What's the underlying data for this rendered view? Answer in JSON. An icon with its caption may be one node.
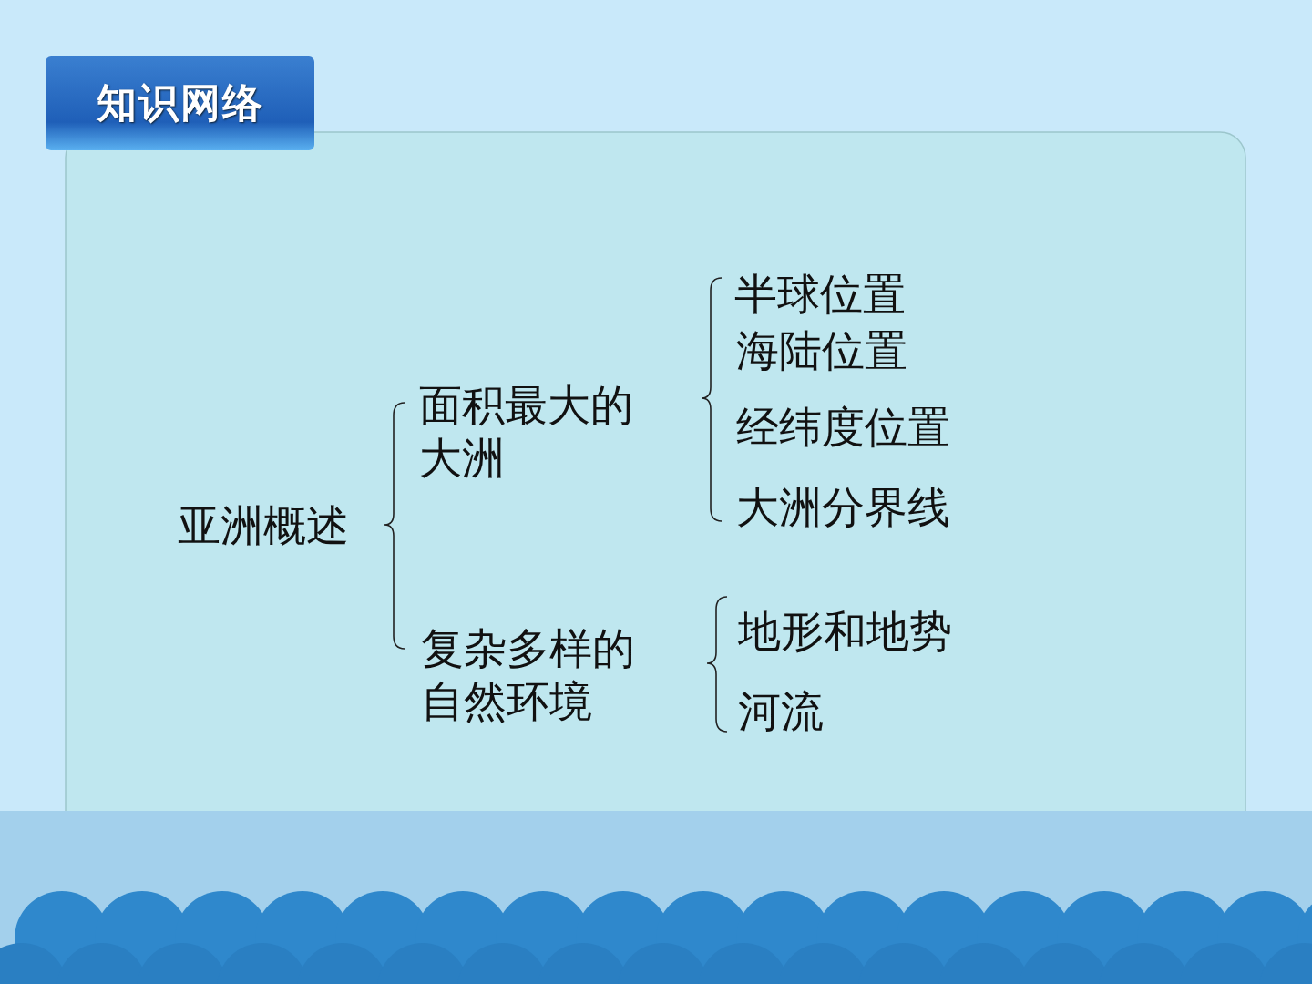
{
  "diagram": {
    "title": "知识网络",
    "labels": [
      "亚洲概述",
      "面积最大的大洲",
      "半球位置",
      "海陆位置",
      "经纬度位置",
      "大洲分界线",
      "复杂多样的自然环境",
      "地形和地势",
      "河流"
    ]
  }
}
